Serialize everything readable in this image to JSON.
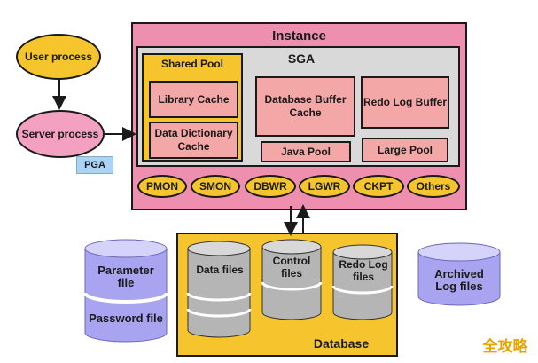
{
  "instance": {
    "title": "Instance"
  },
  "sga": {
    "title": "SGA",
    "shared_pool": {
      "title": "Shared Pool",
      "library_cache": "Library Cache",
      "data_dictionary_cache": "Data Dictionary Cache"
    },
    "database_buffer_cache": "Database Buffer Cache",
    "redo_log_buffer": "Redo Log Buffer",
    "java_pool": "Java Pool",
    "large_pool": "Large Pool"
  },
  "background_processes": [
    "PMON",
    "SMON",
    "DBWR",
    "LGWR",
    "CKPT",
    "Others"
  ],
  "client": {
    "user_process": "User process",
    "server_process": "Server process",
    "pga": "PGA"
  },
  "database": {
    "title": "Database",
    "data_files": "Data files",
    "control_files": "Control files",
    "redo_log_files": "Redo Log files"
  },
  "side_files": {
    "parameter_file": "Parameter file",
    "password_file": "Password file",
    "archived_log_files": "Archived Log files"
  },
  "watermark": "全攻略",
  "colors": {
    "instance": "#ef8fb0",
    "sga": "#d9d9d9",
    "yellow": "#f6c52d",
    "pink_box": "#f4a7a7",
    "cylinder_gray": "#b5b5b5",
    "cylinder_blue": "#a9a4f0",
    "pga": "#a9d4f5"
  }
}
